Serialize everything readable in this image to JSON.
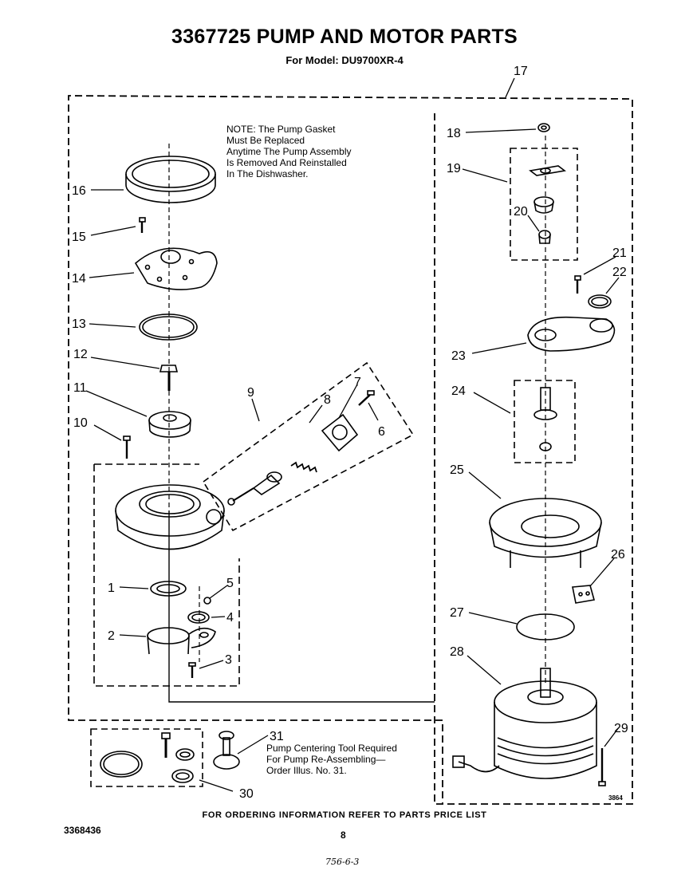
{
  "header": {
    "title": "3367725 PUMP AND MOTOR PARTS",
    "subtitle": "For Model: DU9700XR-4"
  },
  "note": {
    "lines": [
      "NOTE: The Pump Gasket",
      "Must Be Replaced",
      "Anytime The Pump Assembly",
      "Is Removed And Reinstalled",
      "In The Dishwasher."
    ]
  },
  "tool_note": {
    "lines": [
      "Pump Centering Tool Required",
      "For Pump Re-Assembling—",
      "Order Illus. No. 31."
    ]
  },
  "callouts": [
    "1",
    "2",
    "3",
    "4",
    "5",
    "6",
    "7",
    "8",
    "9",
    "10",
    "11",
    "12",
    "13",
    "14",
    "15",
    "16",
    "17",
    "18",
    "19",
    "20",
    "21",
    "22",
    "23",
    "24",
    "25",
    "26",
    "27",
    "28",
    "29",
    "30",
    "31"
  ],
  "footer": {
    "ordering": "FOR ORDERING INFORMATION REFER TO PARTS PRICE LIST",
    "part_number": "3368436",
    "page_number": "8",
    "hand_note": "756-6-3",
    "drawing_code": "3864"
  }
}
